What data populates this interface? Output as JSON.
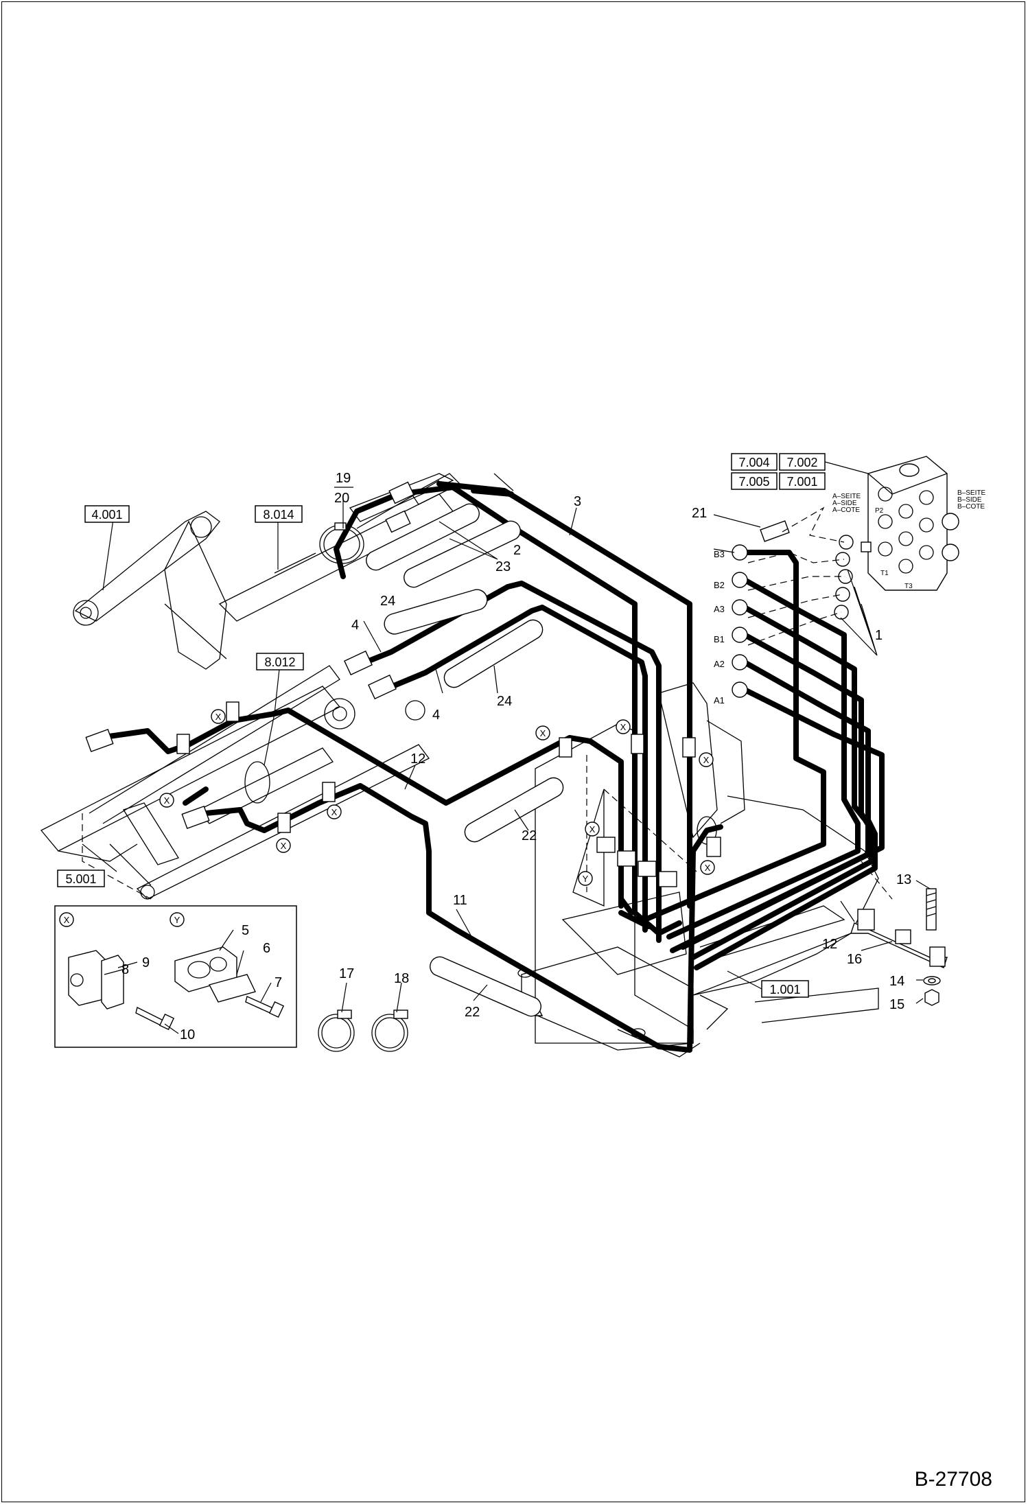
{
  "document_number": "B-27708",
  "reference_boxes": [
    "4.001",
    "8.014",
    "8.012",
    "5.001",
    "1.001",
    "7.004",
    "7.002",
    "7.005",
    "7.001"
  ],
  "part_numbers": [
    "1",
    "2",
    "3",
    "4",
    "4",
    "5",
    "6",
    "7",
    "8",
    "9",
    "10",
    "11",
    "12",
    "12",
    "13",
    "14",
    "15",
    "16",
    "17",
    "18",
    "19",
    "20",
    "21",
    "22",
    "22",
    "23",
    "24",
    "24"
  ],
  "port_labels": [
    "B3",
    "B2",
    "A3",
    "B1",
    "A2",
    "A1"
  ],
  "valve_side_labels": {
    "a_side": [
      "A–SEITE",
      "A–SIDE",
      "A–COTE"
    ],
    "b_side": [
      "B–SEITE",
      "B–SIDE",
      "B–COTE"
    ]
  },
  "valve_small_labels": [
    "P2",
    "T1",
    "T3"
  ],
  "detail_markers": [
    "X",
    "Y"
  ]
}
